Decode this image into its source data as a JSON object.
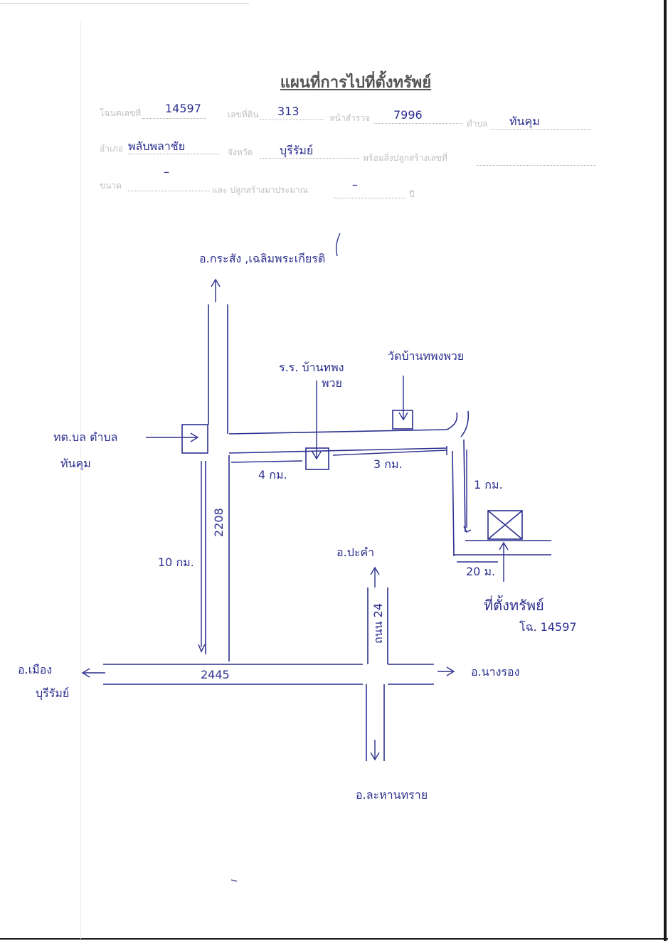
{
  "title": "แผนที่การไปที่ตั้งทรัพย์",
  "form": {
    "row1": {
      "deed_label": "โฉนดเลขที่",
      "deed_value": "14597",
      "land_no_label": "เลขที่ดิน",
      "land_no_value": "313",
      "survey_label": "หน้าสำรวจ",
      "survey_value": "7996",
      "subdistrict_label": "ตำบล",
      "subdistrict_value": "ทันคุม"
    },
    "row2": {
      "district_label": "อำเภอ",
      "district_value": "พลับพลาชัย",
      "province_label": "จังหวัด",
      "province_value": "บุรีรัมย์",
      "building_label": "พร้อมสิ่งปลูกสร้างเลขที่"
    },
    "row3": {
      "size_label": "ขนาด",
      "age_label": "และ ปลูกสร้างมาประมาณ",
      "years_label": "ปี"
    }
  },
  "map": {
    "north_destination": "อ.กระสัง ,เฉลิมพระเกียรติ",
    "school_label_line1": "ร.ร. บ้านทพง",
    "school_label_line2": "พวย",
    "temple_label": "วัดบ้านทพงพวย",
    "sao_label_line1": "ทต.บล ตำบล",
    "sao_label_line2": "ทันคุม",
    "dist_west": "4 กม.",
    "dist_east": "3 กม.",
    "dist_south_branch": "1 กม.",
    "dist_site": "20 ม.",
    "dist_main": "10 กม.",
    "road_2208": "2208",
    "road_2445": "2445",
    "road_24": "ถนน 24",
    "prakham_label": "อ.ปะคำ",
    "site_label": "ที่ตั้งทรัพย์",
    "site_deed": "โฉ. 14597",
    "west_destination_line1": "อ.เมือง",
    "west_destination_line2": "บุรีรัมย์",
    "east_destination": "อ.นางรอง",
    "south_destination": "อ.ละหานทราย"
  }
}
